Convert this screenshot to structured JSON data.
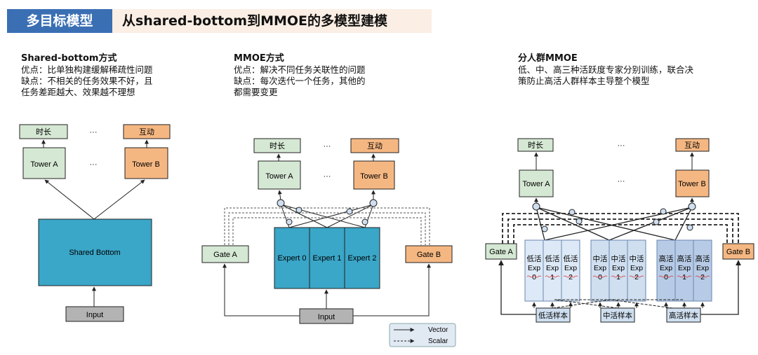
{
  "header": {
    "tag": "多目标模型",
    "title": "从shared-bottom到MMOE的多模型建模"
  },
  "s1": {
    "title": "Shared-bottom方式",
    "lines": [
      "优点：比单独构建缓解稀疏性问题",
      "缺点：不相关的任务效果不好，且",
      "任务差距越大、效果越不理想"
    ]
  },
  "s2": {
    "title": "MMOE方式",
    "lines": [
      "优点：解决不同任务关联性的问题",
      "缺点：每次迭代一个任务，其他的",
      "都需要变更"
    ]
  },
  "s3": {
    "title": "分人群MMOE",
    "lines": [
      "低、中、高三种活跃度专家分别训练，联合决",
      "策防止高活人群样本主导整个模型"
    ]
  },
  "d1": {
    "out_a": "时长",
    "out_b": "互动",
    "tower_a": "Tower A",
    "tower_b": "Tower B",
    "shared": "Shared Bottom",
    "input": "Input",
    "dots": "···"
  },
  "d2": {
    "out_a": "时长",
    "out_b": "互动",
    "tower_a": "Tower A",
    "tower_b": "Tower B",
    "gate_a": "Gate A",
    "gate_b": "Gate B",
    "experts": [
      "Expert 0",
      "Expert 1",
      "Expert 2"
    ],
    "input": "Input",
    "dots": "···",
    "legend": {
      "vector": "Vector",
      "scalar": "Scalar"
    }
  },
  "d3": {
    "out_a": "时长",
    "out_b": "互动",
    "tower_a": "Tower A",
    "tower_b": "Tower B",
    "gate_a": "Gate A",
    "gate_b": "Gate B",
    "dots": "···",
    "expert_groups": [
      {
        "prefix": "低活",
        "ids": [
          "0",
          "1",
          "2"
        ]
      },
      {
        "prefix": "中活",
        "ids": [
          "0",
          "1",
          "2"
        ]
      },
      {
        "prefix": "高活",
        "ids": [
          "0",
          "1",
          "2"
        ]
      }
    ],
    "exp_word": "Exp",
    "samples": [
      "低活样本",
      "中活样本",
      "高活样本"
    ]
  },
  "colors": {
    "green": "#d5e8d4",
    "orange": "#f5b782",
    "teal": "#3aa6c8",
    "blue": "#3a6fb3",
    "lightblue": "#cfdff0",
    "gray": "#b3b3b3"
  }
}
